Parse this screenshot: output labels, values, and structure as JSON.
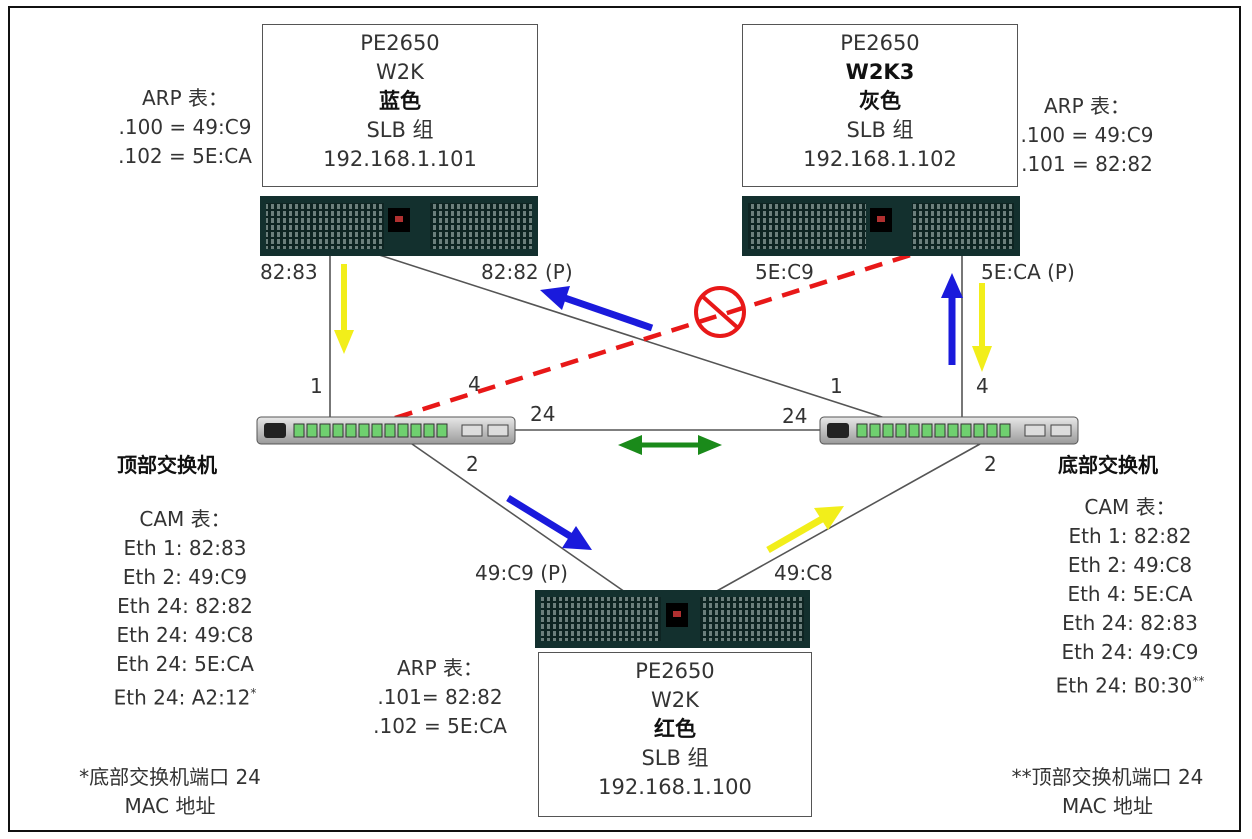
{
  "servers": {
    "blue": {
      "model": "PE2650",
      "os": "W2K",
      "team": "蓝色",
      "slb": "SLB 组",
      "ip": "192.168.1.101"
    },
    "gray": {
      "model": "PE2650",
      "os": "W2K3",
      "team": "灰色",
      "slb": "SLB 组",
      "ip": "192.168.1.102"
    },
    "red": {
      "model": "PE2650",
      "os": "W2K",
      "team": "红色",
      "slb": "SLB 组",
      "ip": "192.168.1.100"
    }
  },
  "arp": {
    "blue": {
      "title": "ARP 表：",
      "rows": [
        ".100 = 49:C9",
        ".102 = 5E:CA"
      ]
    },
    "gray": {
      "title": "ARP 表：",
      "rows": [
        ".100 = 49:C9",
        ".101 = 82:82"
      ]
    },
    "red": {
      "title": "ARP 表：",
      "rows": [
        ".101= 82:82",
        ".102 = 5E:CA"
      ]
    }
  },
  "switches": {
    "top": {
      "label": "顶部交换机"
    },
    "bottom": {
      "label": "底部交换机"
    }
  },
  "cam": {
    "top": {
      "title": "CAM 表：",
      "rows": [
        "Eth 1: 82:83",
        "Eth 2: 49:C9",
        "Eth 24: 82:82",
        "Eth 24: 49:C8",
        "Eth 24: 5E:CA",
        "Eth 24: A2:12"
      ],
      "mark": "*"
    },
    "bottom": {
      "title": "CAM 表：",
      "rows": [
        "Eth 1: 82:82",
        "Eth 2: 49:C8",
        "Eth 4: 5E:CA",
        "Eth 24: 82:83",
        "Eth 24: 49:C9",
        "Eth 24: B0:30"
      ],
      "mark": "**"
    }
  },
  "links": {
    "blue_left": "82:83",
    "blue_right": "82:82 (P)",
    "gray_left": "5E:C9",
    "gray_right": "5E:CA (P)",
    "red_left": "49:C9 (P)",
    "red_right": "49:C8"
  },
  "ports": {
    "top_1": "1",
    "top_4": "4",
    "top_24": "24",
    "top_2": "2",
    "bottom_1": "1",
    "bottom_4": "4",
    "bottom_24": "24",
    "bottom_2": "2"
  },
  "notes": {
    "left": [
      "*底部交换机端口 24",
      "MAC 地址"
    ],
    "right": [
      "**顶部交换机端口 24",
      "MAC 地址"
    ]
  },
  "colors": {
    "blue_arrow": "#1a1adc",
    "yellow_arrow": "#f2ee1a",
    "green_arrow": "#1a8a1a",
    "red_dash": "#e81818",
    "server_body": "#13302e"
  }
}
